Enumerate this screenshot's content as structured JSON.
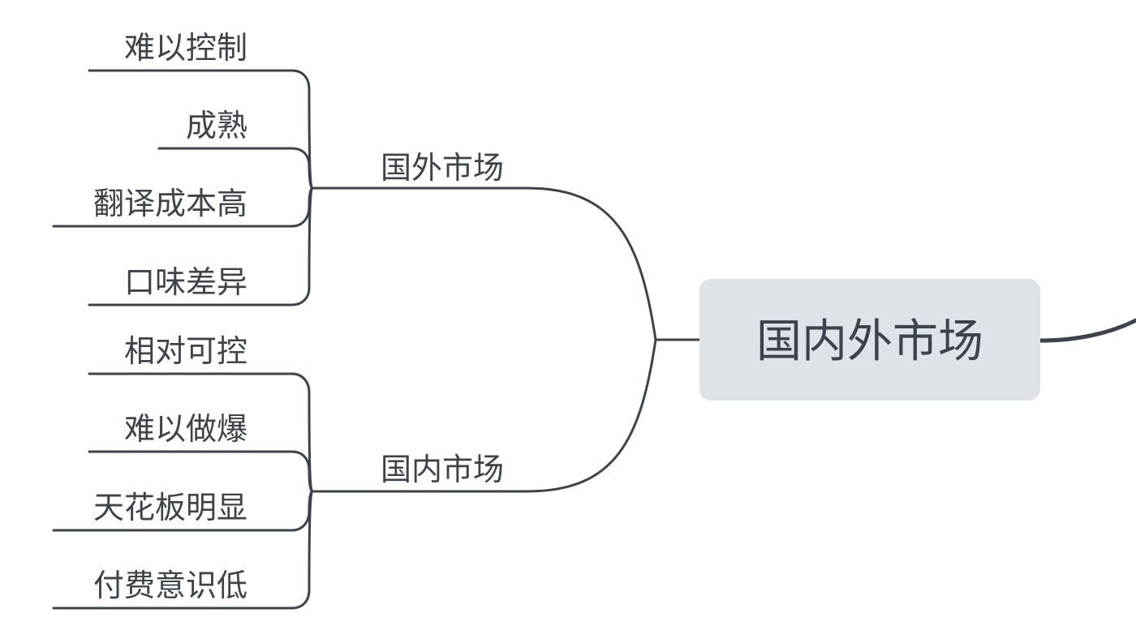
{
  "central_topic": {
    "label": "国内外市场",
    "fill_color": "#dde3e7",
    "line_color": "#3c434b"
  },
  "branches": [
    {
      "label": "国外市场",
      "children": [
        "难以控制",
        "成熟",
        "翻译成本高",
        "口味差异"
      ]
    },
    {
      "label": "国内市场",
      "children": [
        "相对可控",
        "难以做爆",
        "天花板明显",
        "付费意识低"
      ]
    }
  ]
}
